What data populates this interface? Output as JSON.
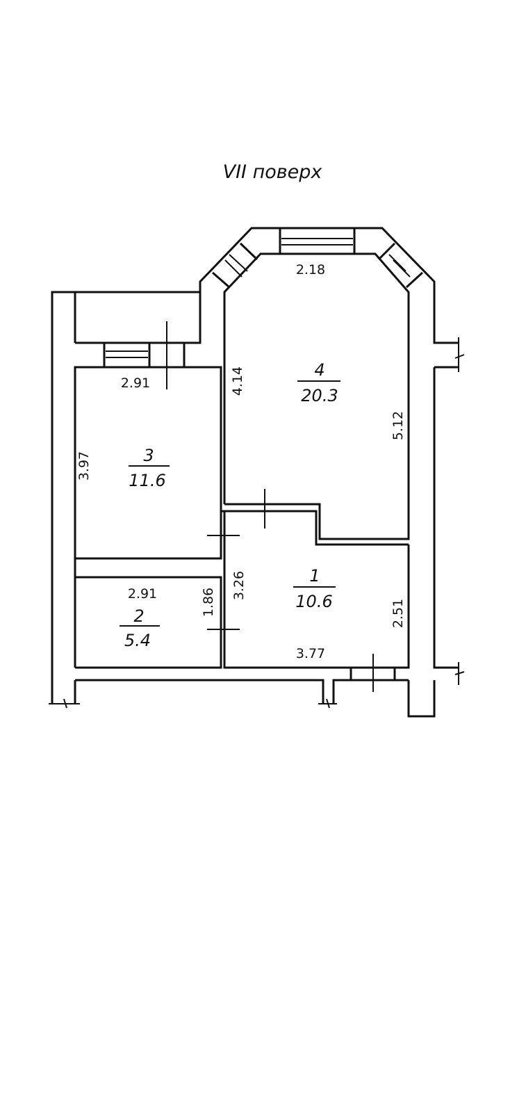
{
  "title": "VII поверх",
  "rooms": [
    {
      "number": "1",
      "area": "10.6",
      "dims": [
        "3.26",
        "2.51",
        "3.77"
      ]
    },
    {
      "number": "2",
      "area": "5.4",
      "dims": [
        "2.91",
        "1.86"
      ]
    },
    {
      "number": "3",
      "area": "11.6",
      "dims": [
        "2.91",
        "3.97"
      ]
    },
    {
      "number": "4",
      "area": "20.3",
      "dims": [
        "2.18",
        "4.14",
        "5.12"
      ]
    }
  ]
}
